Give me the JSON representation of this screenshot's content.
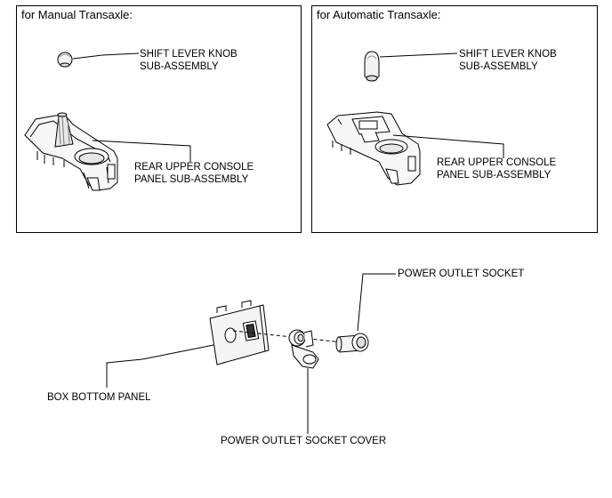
{
  "manual_panel": {
    "title": "for Manual Transaxle:",
    "knob_label_1": "SHIFT LEVER KNOB",
    "knob_label_2": "SUB-ASSEMBLY",
    "console_label_1": "REAR UPPER CONSOLE",
    "console_label_2": "PANEL SUB-ASSEMBLY"
  },
  "automatic_panel": {
    "title": "for Automatic Transaxle:",
    "knob_label_1": "SHIFT LEVER KNOB",
    "knob_label_2": "SUB-ASSEMBLY",
    "console_label_1": "REAR UPPER CONSOLE",
    "console_label_2": "PANEL SUB-ASSEMBLY"
  },
  "lower": {
    "power_outlet_socket": "POWER OUTLET SOCKET",
    "box_bottom_panel": "BOX BOTTOM PANEL",
    "power_outlet_socket_cover": "POWER OUTLET SOCKET COVER"
  }
}
